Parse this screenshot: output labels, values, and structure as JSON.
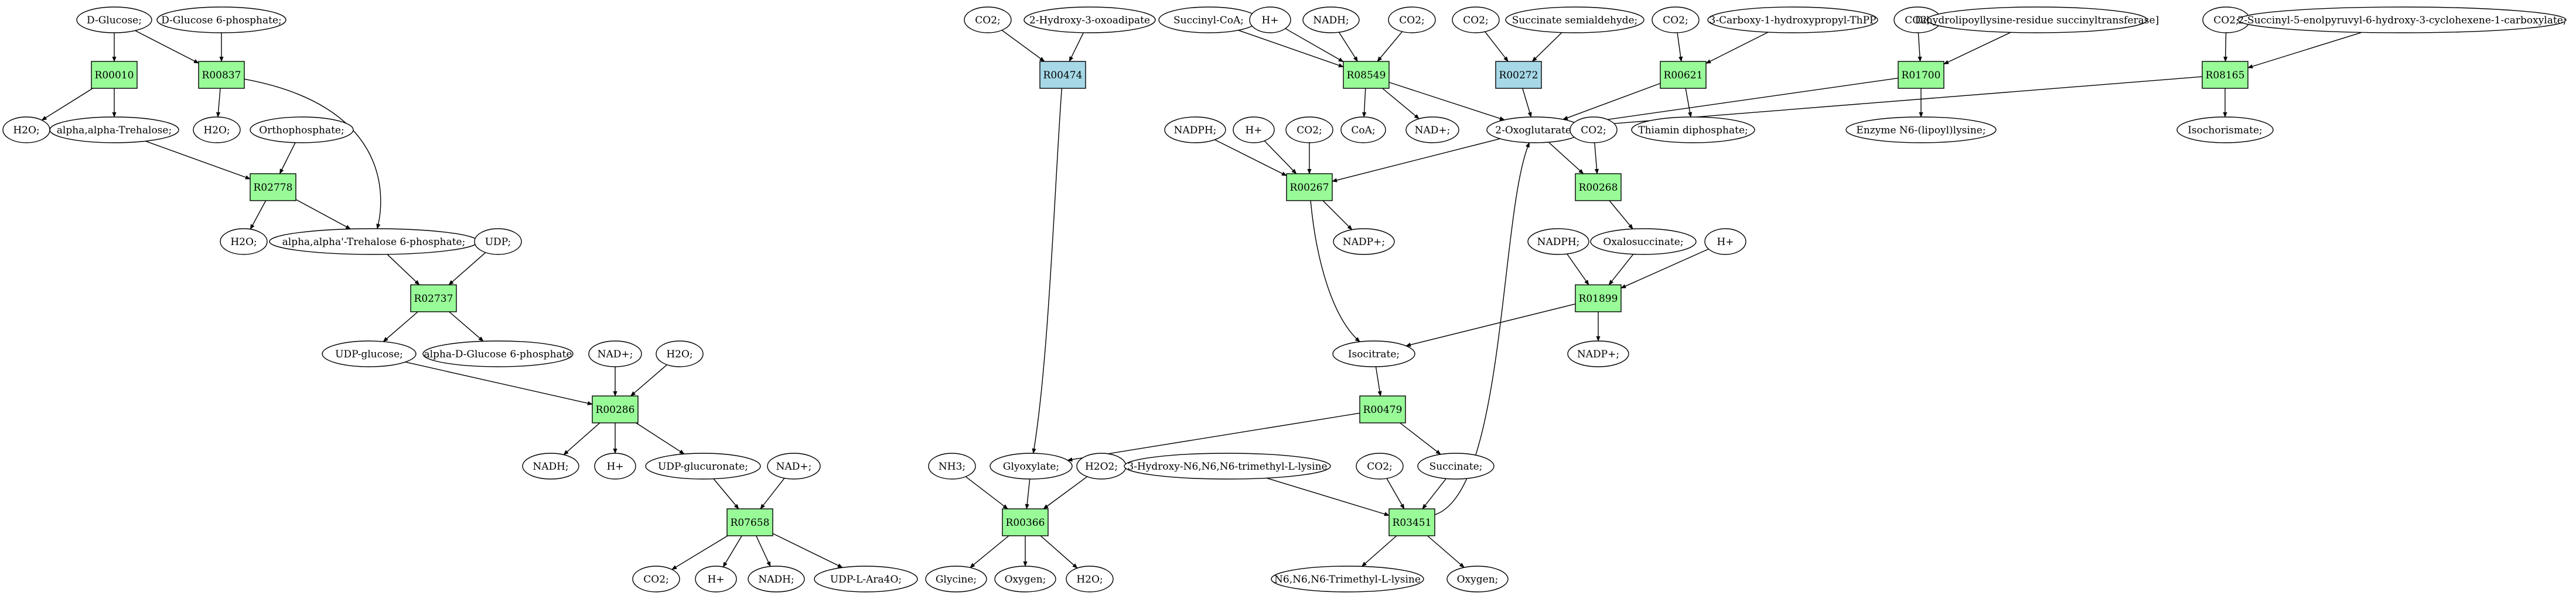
{
  "colors": {
    "reaction": "#98fb98",
    "reaction_alt": "#a6d8e7",
    "start": "#00e000",
    "target": "#ffff00",
    "default": "#ffffff"
  },
  "reactions": {
    "r00010": "R00010",
    "r00837": "R00837",
    "r02778": "R02778",
    "r02737": "R02737",
    "r00286": "R00286",
    "r07658": "R07658",
    "r00474": "R00474",
    "r08549": "R08549",
    "r00272": "R00272",
    "r00621": "R00621",
    "r01700": "R01700",
    "r08165": "R08165",
    "r00267": "R00267",
    "r00268": "R00268",
    "r01899": "R01899",
    "r00479": "R00479",
    "r00366": "R00366",
    "r03451": "R03451"
  },
  "compounds": {
    "dglucose": "D-Glucose;",
    "dglucose6p": "D-Glucose 6-phosphate;",
    "h2o_1": "H2O;",
    "trehalose": "alpha,alpha-Trehalose;",
    "h2o_2": "H2O;",
    "orthophosphate": "Orthophosphate;",
    "h2o_3": "H2O;",
    "trehalose6p": "alpha,alpha'-Trehalose 6-phosphate;",
    "udp": "UDP;",
    "udpglucose": "UDP-glucose;",
    "aglucose6p": "alpha-D-Glucose 6-phosphate",
    "nadp_a": "NAD+;",
    "h2o_4": "H2O;",
    "nadh_1": "NADH;",
    "hplus_1": "H+",
    "udpglucuronate": "UDP-glucuronate;",
    "nadp_b": "NAD+;",
    "co2_1": "CO2;",
    "hplus_2": "H+",
    "nadh_2": "NADH;",
    "udpara4o": "UDP-L-Ara4O;",
    "co2_2": "CO2;",
    "hydroxyoxoadipate": "2-Hydroxy-3-oxoadipate",
    "succinylcoa": "Succinyl-CoA;",
    "hplus_3": "H+",
    "nadh_3": "NADH;",
    "co2_3": "CO2;",
    "co2_4": "CO2;",
    "succsemialdehyde": "Succinate semialdehyde;",
    "co2_5": "CO2;",
    "carboxyhydroxypropyl": "3-Carboxy-1-hydroxypropyl-ThPP",
    "co2_6": "CO2;",
    "dihydrolipoyllysine": "Dihydrolipoyllysine-residue succinyltransferase]",
    "co2_7": "CO2;",
    "succinylenolpyruvyl": "2-Succinyl-5-enolpyruvyl-6-hydroxy-3-cyclohexene-1-carboxylate;",
    "coa": "CoA;",
    "nadplus_c": "NAD+;",
    "oxoglutarate": "2-Oxoglutarate;",
    "thiamin": "Thiamin diphosphate;",
    "enzymen6": "Enzyme N6-(lipoyl)lysine;",
    "isochorismate": "Isochorismate;",
    "nadph_1": "NADPH;",
    "hplus_4": "H+",
    "co2_8": "CO2;",
    "co2_9": "CO2;",
    "nadpplus_1": "NADP+;",
    "oxalosuccinate": "Oxalosuccinate;",
    "nadph_2": "NADPH;",
    "hplus_5": "H+",
    "nadpplus_2": "NADP+;",
    "isocitrate": "Isocitrate;",
    "nh3": "NH3;",
    "glyoxylate": "Glyoxylate;",
    "h2o2": "H2O2;",
    "hydroxytrimethyllysine": "3-Hydroxy-N6,N6,N6-trimethyl-L-lysine",
    "co2_10": "CO2;",
    "succinate": "Succinate;",
    "glycine": "Glycine;",
    "oxygen_1": "Oxygen;",
    "h2o_5": "H2O;",
    "trimethyllysine": "N6,N6,N6-Trimethyl-L-lysine",
    "oxygen_2": "Oxygen;"
  }
}
